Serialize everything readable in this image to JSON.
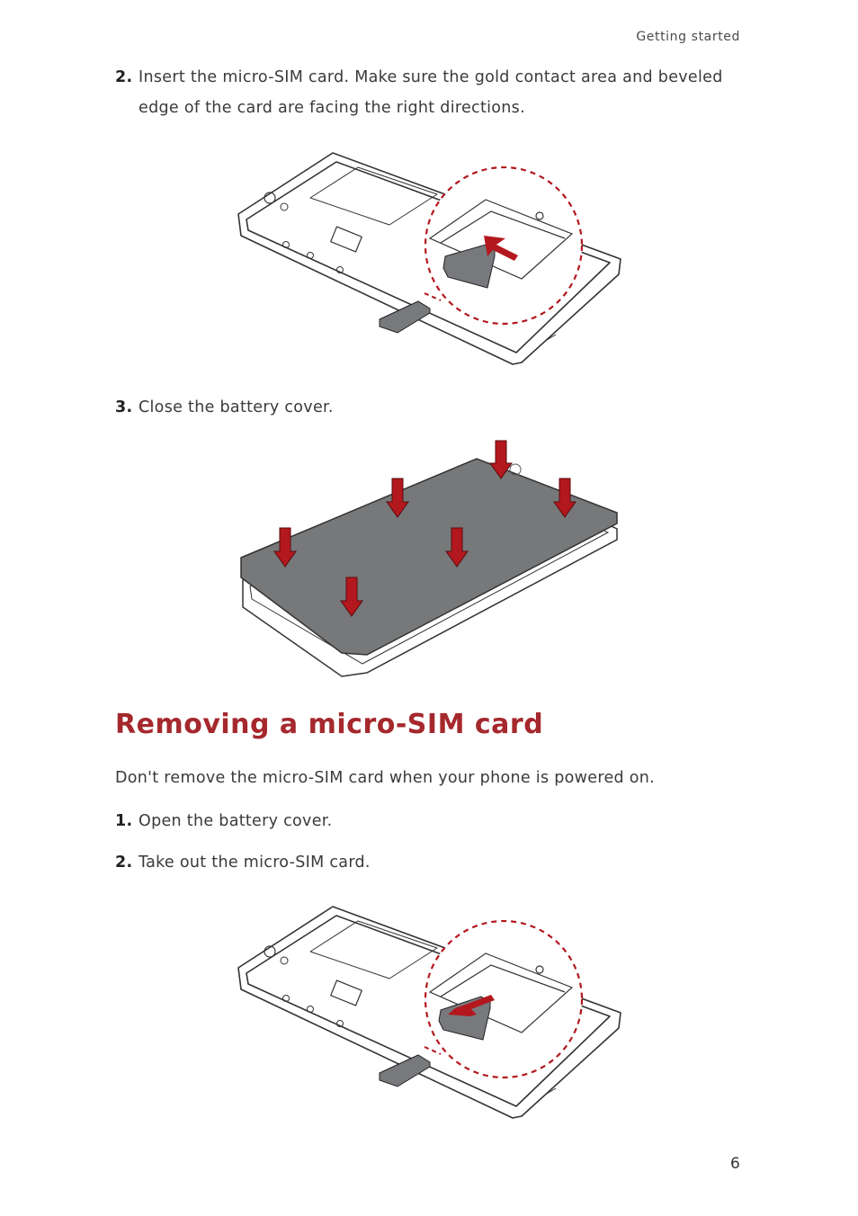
{
  "header": {
    "section": "Getting started"
  },
  "steps_top": [
    {
      "num": "2.",
      "text": "Insert the micro-SIM card. Make sure the gold contact area and beveled edge of the card are facing the right directions."
    },
    {
      "num": "3.",
      "text": "Close the battery cover."
    }
  ],
  "section": {
    "title": "Removing a micro-SIM card",
    "note": "Don't remove the micro-SIM card when your phone is powered on.",
    "steps": [
      {
        "num": "1.",
        "text": "Open the battery cover."
      },
      {
        "num": "2.",
        "text": "Take out the micro-SIM card."
      }
    ]
  },
  "page_number": "6",
  "colors": {
    "accent_red": "#a5282d",
    "arrow_red": "#b3181e",
    "card_gray": "#77797c",
    "cover_gray": "#76787a"
  }
}
